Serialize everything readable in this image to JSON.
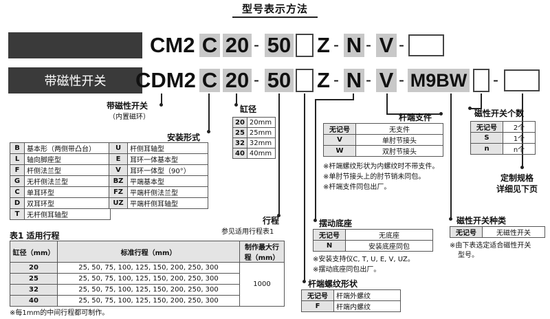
{
  "title": "型号表示方法",
  "row1": {
    "bar_label": "",
    "prefix": "CM2",
    "mount": "C",
    "bore": "20",
    "stroke": "50",
    "z": "Z",
    "n": "N",
    "v": "V",
    "dash": "-"
  },
  "row2": {
    "bar_label": "带磁性开关",
    "prefix": "CDM2",
    "mount": "C",
    "bore": "20",
    "stroke": "50",
    "z": "Z",
    "n": "N",
    "v": "V",
    "switch": "M9BW",
    "dash": "-"
  },
  "magnet": {
    "label": "带磁性开关",
    "sub": "（内置磁环）"
  },
  "bore_table": {
    "label": "缸径",
    "rows": [
      [
        "20",
        "20mm"
      ],
      [
        "25",
        "25mm"
      ],
      [
        "32",
        "32mm"
      ],
      [
        "40",
        "40mm"
      ]
    ]
  },
  "mount_table": {
    "label": "安装形式",
    "left": [
      [
        "B",
        "基本形（两侧带凸台）"
      ],
      [
        "L",
        "轴向脚座型"
      ],
      [
        "F",
        "杆侧法兰型"
      ],
      [
        "G",
        "无杆侧法兰型"
      ],
      [
        "C",
        "单耳环型"
      ],
      [
        "D",
        "双耳环型"
      ],
      [
        "T",
        "无杆侧耳轴型"
      ]
    ],
    "right": [
      [
        "U",
        "杆侧耳轴型"
      ],
      [
        "E",
        "耳环一体基本型"
      ],
      [
        "V",
        "耳环一体型（90°）"
      ],
      [
        "BZ",
        "平端基本型"
      ],
      [
        "FZ",
        "平端杆侧法兰型"
      ],
      [
        "UZ",
        "平端杆侧耳轴型"
      ]
    ]
  },
  "stroke_label": {
    "label": "行程",
    "note": "参见适用行程表1"
  },
  "table1": {
    "caption": "表1 适用行程",
    "headers": [
      "缸径（mm）",
      "标准行程（mm）",
      "制作最大行程（mm）"
    ],
    "rows": [
      [
        "20",
        "25, 50, 75, 100, 125, 150, 200, 250, 300"
      ],
      [
        "25",
        "25, 50, 75, 100, 125, 150, 200, 250, 300"
      ],
      [
        "32",
        "25, 50, 75, 100, 125, 150, 200, 250, 300"
      ],
      [
        "40",
        "25, 50, 75, 100, 125, 150, 200, 250, 300"
      ]
    ],
    "max": "1000",
    "note": "※每1mm的中间行程都可制作。"
  },
  "rod_support": {
    "label": "杆端支件",
    "rows": [
      [
        "无记号",
        "无支件"
      ],
      [
        "V",
        "单肘节接头"
      ],
      [
        "W",
        "双肘节接头"
      ]
    ],
    "notes": [
      "※杆端螺纹形状为内螺纹时不带支件。",
      "※单肘节接头上的肘节销未同包。",
      "※杆端支件同包出厂。"
    ]
  },
  "pivot": {
    "label": "摆动底座",
    "rows": [
      [
        "无记号",
        "无底座"
      ],
      [
        "N",
        "安装底座同包"
      ]
    ],
    "notes": [
      "※安装支持仪C, T, U, E, V, UZ。",
      "※摆动底座同包出厂。"
    ]
  },
  "thread": {
    "label": "杆端螺纹形状",
    "rows": [
      [
        "无记号",
        "杆端外螺纹"
      ],
      [
        "F",
        "杆端内螺纹"
      ]
    ]
  },
  "switch_count": {
    "label": "磁性开关个数",
    "rows": [
      [
        "无记号",
        "2个"
      ],
      [
        "S",
        "1个"
      ],
      [
        "n",
        "n个"
      ]
    ]
  },
  "custom": {
    "line1": "定制规格",
    "line2": "详细见下页"
  },
  "switch_type": {
    "label": "磁性开关种类",
    "rows": [
      [
        "无记号",
        "无磁性开关"
      ]
    ],
    "note1": "※由下表选定适合磁性开关",
    "note2": "型号。"
  }
}
